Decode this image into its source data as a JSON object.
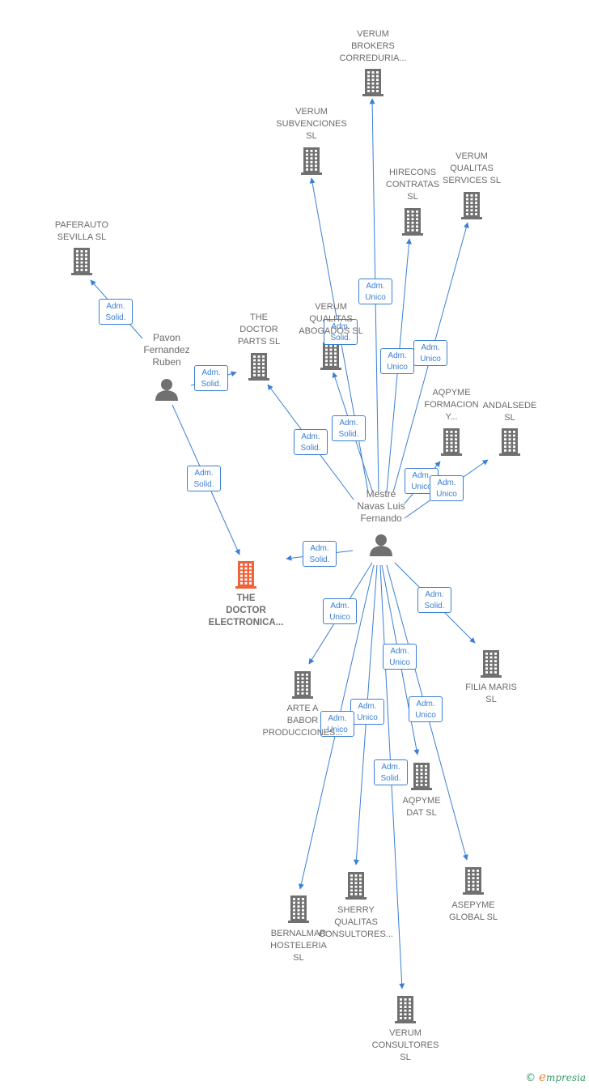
{
  "colors": {
    "edge": "#3a7fd5",
    "building": "#707070",
    "main_building": "#f0623a",
    "person": "#707070"
  },
  "nodes": [
    {
      "id": "verum-brokers",
      "icon": "building-icon",
      "label": [
        "VERUM",
        "BROKERS",
        "CORREDURIA..."
      ]
    },
    {
      "id": "verum-subvenciones",
      "icon": "building-icon",
      "label": [
        "VERUM",
        "SUBVENCIONES",
        "SL"
      ]
    },
    {
      "id": "hirecons",
      "icon": "building-icon",
      "label": [
        "HIRECONS",
        "CONTRATAS",
        "SL"
      ]
    },
    {
      "id": "verum-qualitas-services",
      "icon": "building-icon",
      "label": [
        "VERUM",
        "QUALITAS",
        "SERVICES  SL"
      ]
    },
    {
      "id": "paferauto",
      "icon": "building-icon",
      "label": [
        "PAFERAUTO",
        "SEVILLA  SL"
      ]
    },
    {
      "id": "doctor-parts",
      "icon": "building-icon",
      "label": [
        "THE",
        "DOCTOR",
        "PARTS  SL"
      ]
    },
    {
      "id": "verum-qualitas-abogados",
      "icon": "building-icon",
      "label": [
        "VERUM",
        "QUALITAS",
        "ABOGADOS  SL"
      ]
    },
    {
      "id": "aqpyme-formacion",
      "icon": "building-icon",
      "label": [
        "AQPYME",
        "FORMACION",
        "Y..."
      ]
    },
    {
      "id": "andalsede",
      "icon": "building-icon",
      "label": [
        "ANDALSEDE",
        "SL"
      ]
    },
    {
      "id": "pavon",
      "icon": "person-icon",
      "label": [
        "Pavon",
        "Fernandez",
        "Ruben"
      ]
    },
    {
      "id": "mestre",
      "icon": "person-icon",
      "label": [
        "Mestre",
        "Navas Luis",
        "Fernando"
      ]
    },
    {
      "id": "doctor-electronica",
      "icon": "building-icon",
      "main": true,
      "label": [
        "THE",
        "DOCTOR",
        "ELECTRONICA..."
      ]
    },
    {
      "id": "arte-a-babor",
      "icon": "building-icon",
      "label": [
        "ARTE A",
        "BABOR",
        "PRODUCCIONES..."
      ]
    },
    {
      "id": "filia-maris",
      "icon": "building-icon",
      "label": [
        "FILIA MARIS",
        "SL"
      ]
    },
    {
      "id": "aqpyme-dat",
      "icon": "building-icon",
      "label": [
        "AQPYME",
        "DAT SL"
      ]
    },
    {
      "id": "asepyme",
      "icon": "building-icon",
      "label": [
        "ASEPYME",
        "GLOBAL SL"
      ]
    },
    {
      "id": "sherry",
      "icon": "building-icon",
      "label": [
        "SHERRY",
        "QUALITAS",
        "CONSULTORES..."
      ]
    },
    {
      "id": "bernalmar",
      "icon": "building-icon",
      "label": [
        "BERNALMAR",
        "HOSTELERIA",
        "SL"
      ]
    },
    {
      "id": "verum-consultores",
      "icon": "building-icon",
      "label": [
        "VERUM",
        "CONSULTORES",
        "SL"
      ]
    }
  ],
  "edges": [
    {
      "from": "pavon",
      "to": "paferauto",
      "label": [
        "Adm.",
        "Solid."
      ]
    },
    {
      "from": "pavon",
      "to": "doctor-parts",
      "label": [
        "Adm.",
        "Solid."
      ]
    },
    {
      "from": "pavon",
      "to": "doctor-electronica",
      "label": [
        "Adm.",
        "Solid."
      ]
    },
    {
      "from": "mestre",
      "to": "verum-brokers",
      "label": [
        "Adm.",
        "Unico"
      ]
    },
    {
      "from": "mestre",
      "to": "verum-subvenciones",
      "label": [
        "Adm.",
        "Solid."
      ]
    },
    {
      "from": "mestre",
      "to": "hirecons",
      "label": [
        "Adm.",
        "Unico"
      ]
    },
    {
      "from": "mestre",
      "to": "verum-qualitas-services",
      "label": [
        "Adm.",
        "Unico"
      ]
    },
    {
      "from": "mestre",
      "to": "doctor-parts",
      "label": [
        "Adm.",
        "Solid."
      ]
    },
    {
      "from": "mestre",
      "to": "verum-qualitas-abogados",
      "label": [
        "Adm.",
        "Solid."
      ]
    },
    {
      "from": "mestre",
      "to": "aqpyme-formacion",
      "label": [
        "Adm.",
        "Unico"
      ]
    },
    {
      "from": "mestre",
      "to": "andalsede",
      "label": [
        "Adm.",
        "Unico"
      ]
    },
    {
      "from": "mestre",
      "to": "doctor-electronica",
      "label": [
        "Adm.",
        "Solid."
      ]
    },
    {
      "from": "mestre",
      "to": "arte-a-babor",
      "label": [
        "Adm.",
        "Unico"
      ]
    },
    {
      "from": "mestre",
      "to": "filia-maris",
      "label": [
        "Adm.",
        "Solid."
      ]
    },
    {
      "from": "mestre",
      "to": "aqpyme-dat",
      "label": [
        "Adm.",
        "Unico"
      ]
    },
    {
      "from": "mestre",
      "to": "asepyme",
      "label": [
        "Adm.",
        "Unico"
      ]
    },
    {
      "from": "mestre",
      "to": "sherry",
      "label": [
        "Adm.",
        "Unico"
      ]
    },
    {
      "from": "mestre",
      "to": "bernalmar",
      "label": [
        "Adm.",
        "Unico"
      ]
    },
    {
      "from": "mestre",
      "to": "verum-consultores",
      "label": [
        "Adm.",
        "Solid."
      ]
    }
  ],
  "footer": {
    "copyright": "©",
    "brand_initial": "e",
    "brand_rest": "mpresia"
  }
}
